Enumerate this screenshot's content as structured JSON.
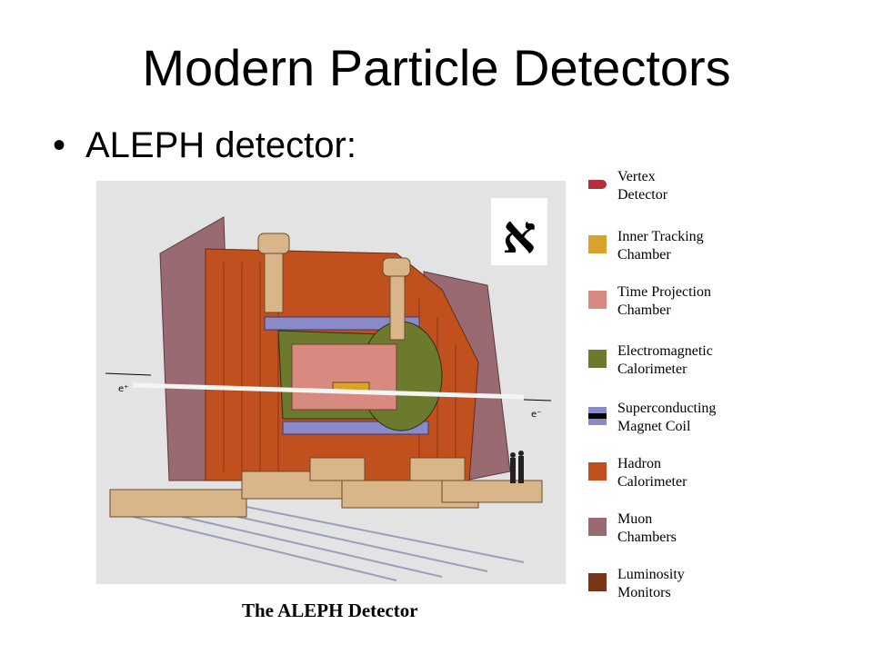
{
  "slide": {
    "title": "Modern Particle Detectors",
    "bullet": "ALEPH detector:"
  },
  "figure": {
    "caption": "The ALEPH Detector",
    "logo_glyph": "א",
    "beam_labels": {
      "left": "e⁺",
      "right": "e⁻"
    }
  },
  "legend": [
    {
      "line1": "Vertex",
      "line2": "Detector",
      "color": "#b4303c"
    },
    {
      "line1": "Inner Tracking",
      "line2": "Chamber",
      "color": "#d9a22a"
    },
    {
      "line1": "Time Projection",
      "line2": "Chamber",
      "color": "#d98a80"
    },
    {
      "line1": "Electromagnetic",
      "line2": "Calorimeter",
      "color": "#6b7a2c"
    },
    {
      "line1": "Superconducting",
      "line2": "Magnet Coil",
      "color": "#8a8ac8"
    },
    {
      "line1": "Hadron",
      "line2": "Calorimeter",
      "color": "#c0501e"
    },
    {
      "line1": "Muon",
      "line2": "Chambers",
      "color": "#9a6a72"
    },
    {
      "line1": "Luminosity",
      "line2": "Monitors",
      "color": "#7a3418"
    }
  ]
}
